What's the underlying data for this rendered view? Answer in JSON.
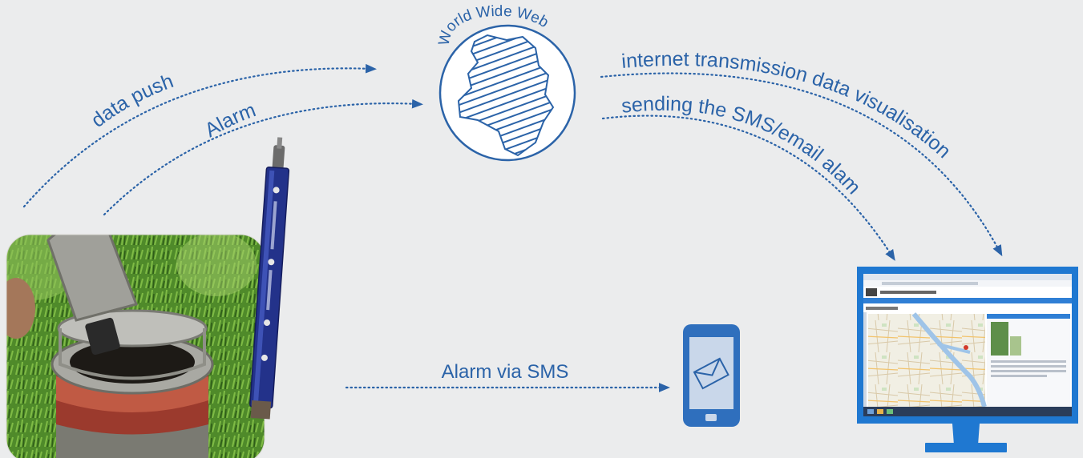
{
  "labels": {
    "data_push": "data push",
    "alarm": "Alarm",
    "globe_title": "World Wide Web",
    "internet_transmission": "internet transmission data visualisation",
    "sending_sms": "sending the SMS/email alam",
    "alarm_via_sms": "Alarm via SMS"
  },
  "colors": {
    "accent": "#2b63a8",
    "background": "#ebeced",
    "phone": "#2f6fbd",
    "monitor": "#1f78d1"
  },
  "icons": {
    "globe": "globe-icon",
    "phone": "smartphone-icon",
    "envelope": "envelope-icon",
    "monitor": "monitor-icon",
    "sensor": "sensor-probe-photo"
  }
}
